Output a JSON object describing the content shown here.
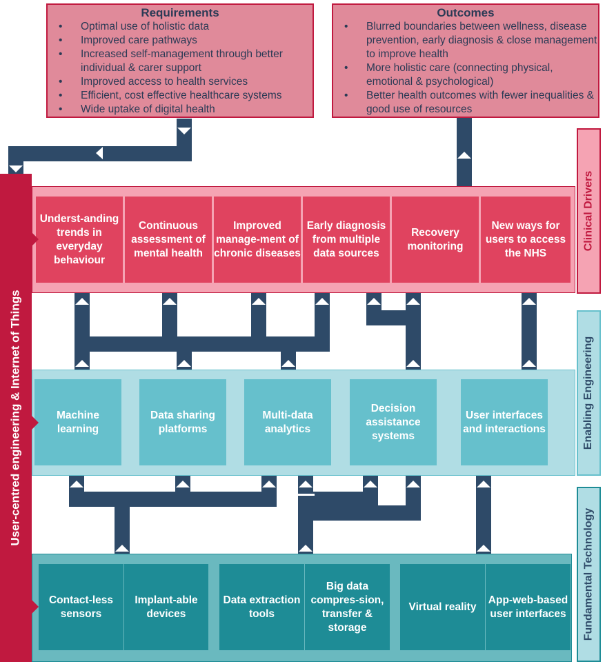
{
  "requirements": {
    "title": "Requirements",
    "items": [
      "Optimal use of holistic data",
      "Improved care pathways",
      "Increased self-management through better individual & carer support",
      "Improved access to health services",
      "Efficient, cost effective healthcare systems",
      "Wide uptake of digital health"
    ]
  },
  "outcomes": {
    "title": "Outcomes",
    "items": [
      "Blurred boundaries between wellness, disease prevention, early diagnosis & close management to improve health",
      "More holistic care (connecting physical, emotional & psychological)",
      "Better health outcomes with fewer inequalities & good use of resources"
    ]
  },
  "left_label": "User-centred engineering & Internet of Things",
  "clinical": {
    "label": "Clinical Drivers",
    "items": [
      "Underst-anding trends in everyday behaviour",
      "Continuous assessment of mental health",
      "Improved manage-ment of chronic diseases",
      "Early diagnosis from multiple data sources",
      "Recovery monitoring",
      "New ways for users to access the NHS"
    ]
  },
  "enabling": {
    "label": "Enabling Engineering",
    "items": [
      "Machine learning",
      "Data sharing platforms",
      "Multi-data analytics",
      "Decision assistance systems",
      "User interfaces and interactions"
    ]
  },
  "fundamental": {
    "label": "Fundamental Technology",
    "items": [
      "Contact-less sensors",
      "Implant-able devices",
      "Data extraction tools",
      "Big data compres-sion, transfer & storage",
      "Virtual reality",
      "App-web-based user interfaces"
    ]
  },
  "colors": {
    "pipe": "#2e4a68",
    "clinical": "#e0435f",
    "enabling": "#66c0cc",
    "fundamental": "#1e8c96",
    "left_bar": "#c0193f"
  }
}
